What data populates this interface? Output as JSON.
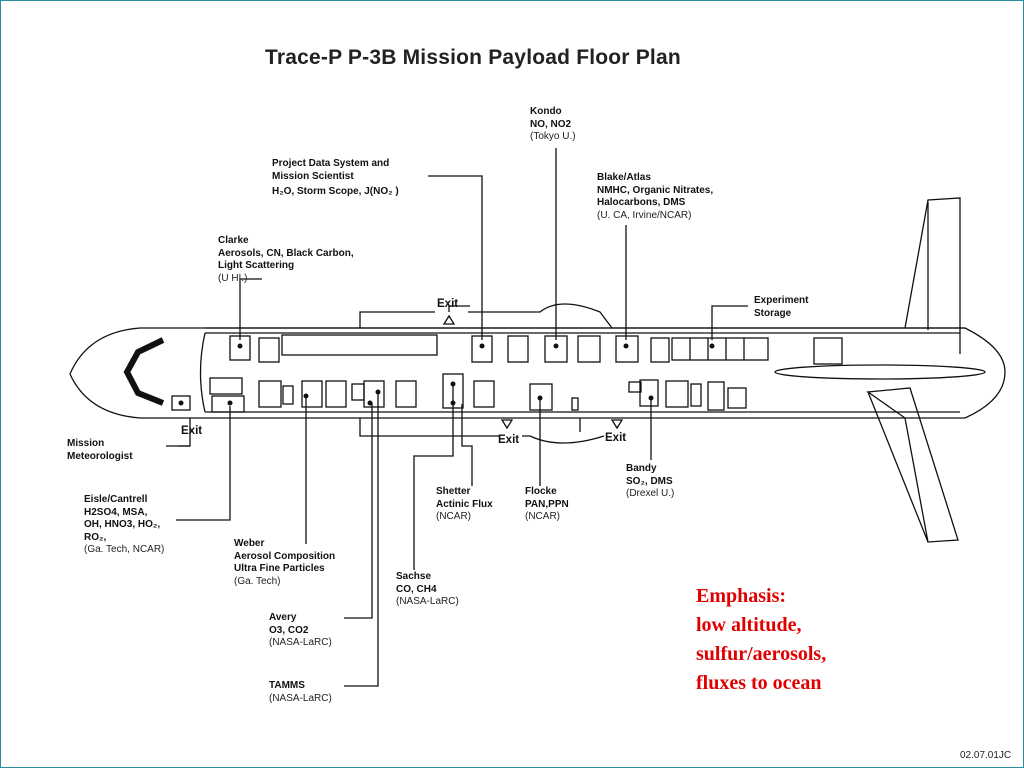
{
  "title": "Trace-P P-3B Mission Payload Floor Plan",
  "labels": {
    "kondo": {
      "name": "Kondo",
      "lines": [
        "NO, NO2"
      ],
      "affil": "(Tokyo U.)"
    },
    "project": {
      "lines": [
        "Project Data System and",
        "Mission Scientist",
        "H₂O, Storm Scope, J(NO₂ )"
      ]
    },
    "blake": {
      "name": "Blake/Atlas",
      "lines": [
        "NMHC, Organic Nitrates,",
        "Halocarbons, DMS"
      ],
      "affil": "(U. CA, Irvine/NCAR)"
    },
    "clarke": {
      "name": "Clarke",
      "lines": [
        "Aerosols, CN, Black Carbon,",
        "Light Scattering"
      ],
      "affil": "(U HI.)"
    },
    "storage": {
      "lines": [
        "Experiment",
        "Storage"
      ]
    },
    "meteorologist": {
      "lines": [
        "Mission",
        "Meteorologist"
      ]
    },
    "eisle": {
      "name": "Eisle/Cantrell",
      "lines": [
        "H2SO4, MSA,",
        "OH, HNO3, HO₂,",
        "RO₂,"
      ],
      "affil": "(Ga. Tech, NCAR)"
    },
    "weber": {
      "name": "Weber",
      "lines": [
        "Aerosol Composition",
        "Ultra Fine Particles"
      ],
      "affil": "(Ga. Tech)"
    },
    "shetter": {
      "name": "Shetter",
      "lines": [
        "Actinic Flux"
      ],
      "affil": "(NCAR)"
    },
    "flocke": {
      "name": "Flocke",
      "lines": [
        "PAN,PPN"
      ],
      "affil": "(NCAR)"
    },
    "bandy": {
      "name": "Bandy",
      "lines": [
        "SO₂, DMS"
      ],
      "affil": "(Drexel U.)"
    },
    "sachse": {
      "name": "Sachse",
      "lines": [
        "CO, CH4"
      ],
      "affil": "(NASA-LaRC)"
    },
    "avery": {
      "name": "Avery",
      "lines": [
        "O3, CO2"
      ],
      "affil": "(NASA-LaRC)"
    },
    "tamms": {
      "name": "TAMMS",
      "affil": "(NASA-LaRC)"
    }
  },
  "exits": [
    "Exit",
    "Exit",
    "Exit",
    "Exit"
  ],
  "emphasis": [
    "Emphasis:",
    "low altitude,",
    "sulfur/aerosols,",
    "fluxes to ocean"
  ],
  "slide_code": "02.07.01JC",
  "colors": {
    "emphasis": "#e00000",
    "frame": "#2a8c9c",
    "lines": "#111111"
  }
}
